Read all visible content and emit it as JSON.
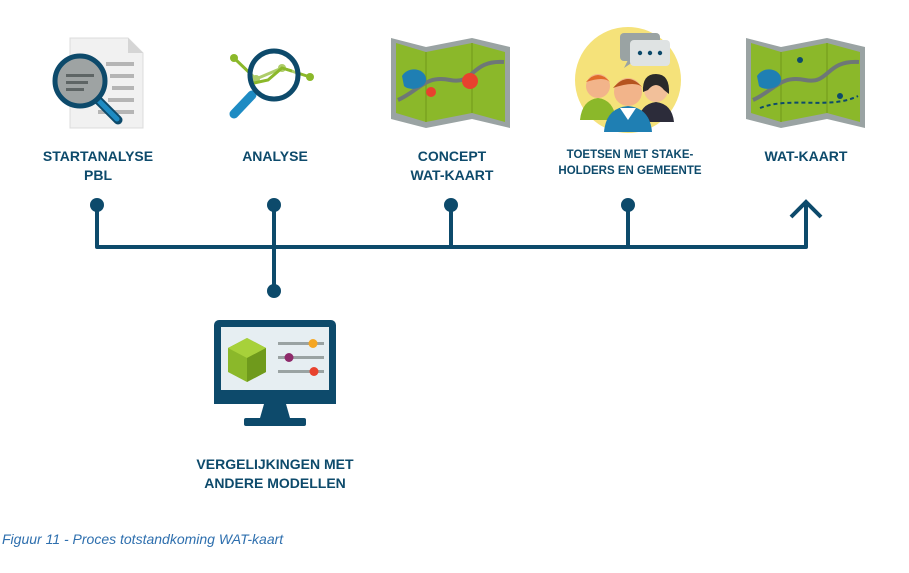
{
  "steps": [
    {
      "lines": [
        "STARTANALYSE",
        "PBL"
      ],
      "icon": "document-magnifier-icon"
    },
    {
      "lines": [
        "ANALYSE"
      ],
      "icon": "chart-magnifier-icon"
    },
    {
      "lines": [
        "CONCEPT",
        "WAT-KAART"
      ],
      "icon": "concept-map-icon"
    },
    {
      "lines": [
        "TOETSEN MET STAKE-",
        "HOLDERS EN GEMEENTE"
      ],
      "icon": "stakeholders-icon"
    },
    {
      "lines": [
        "WAT-KAART"
      ],
      "icon": "final-map-icon"
    }
  ],
  "branch": {
    "lines": [
      "VERGELIJKINGEN MET",
      "ANDERE MODELLEN"
    ],
    "icon": "computer-model-icon"
  },
  "caption": "Figuur 11 - Proces totstandkoming WAT-kaart",
  "colors": {
    "line": "#0d4a6b",
    "label": "#0d4a6b",
    "caption": "#2e6fae",
    "map_green": "#8bb82a",
    "map_grey": "#9aa3a3",
    "red_dot": "#e8422e",
    "water": "#1f7fb3"
  }
}
